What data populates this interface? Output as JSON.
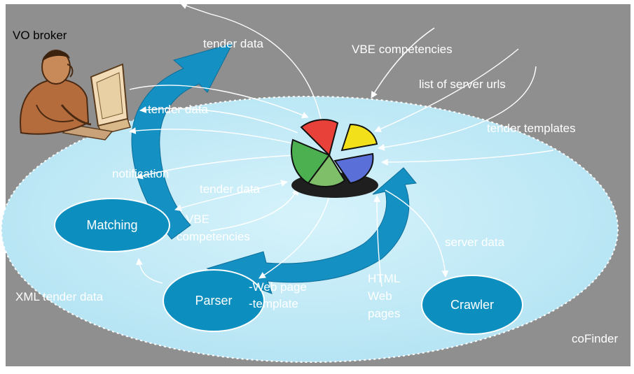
{
  "colors": {
    "background": "#8f8f8f",
    "ellipse_fill": "#bfe9f7",
    "node_fill": "#0c8fbf",
    "big_arrow": "#1590c2",
    "big_arrow_dark": "#0d6e99",
    "connector": "#ffffff"
  },
  "icons": {
    "broker": "person-at-computer-icon",
    "hub": "pie-chart-icon"
  },
  "labels": {
    "vo_broker": "VO broker",
    "tender_data_top": "tender data",
    "vbe_competencies_top": "VBE competencies",
    "list_of_server_urls": "list of server urls",
    "tender_templates": "tender templates",
    "tender_data_mid": "tender data",
    "notification": "notification",
    "tender_data_low": "tender data",
    "vbe_line1": "VBE",
    "vbe_line2": "competencies",
    "server_data": "server data",
    "web_page_line1": "-Web page",
    "web_page_line2": "-template",
    "html_line1": "HTML",
    "html_line2": "Web",
    "html_line3": "pages",
    "xml_tender_data": "XML tender data",
    "cofinder": "coFinder"
  },
  "nodes": {
    "matching": "Matching",
    "parser": "Parser",
    "crawler": "Crawler"
  }
}
